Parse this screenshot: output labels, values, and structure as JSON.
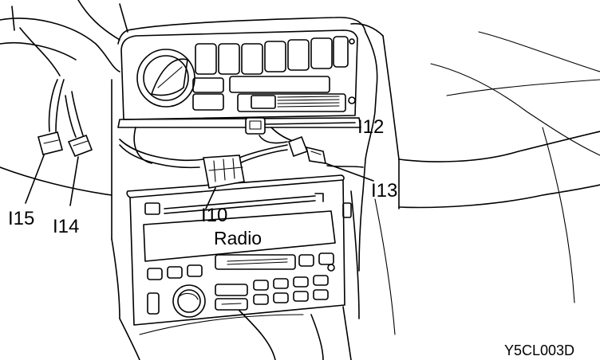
{
  "labels": {
    "i10": "I10",
    "i12": "I12",
    "i13": "I13",
    "i14": "I14",
    "i15": "I15",
    "radio": "Radio"
  },
  "figure_code": "Y5CL003D"
}
